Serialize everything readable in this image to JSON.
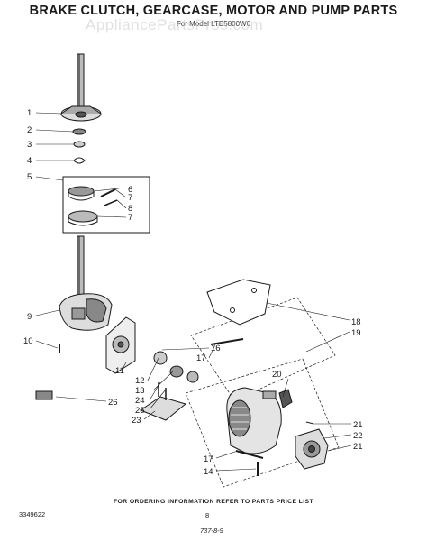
{
  "title": "BRAKE CLUTCH, GEARCASE, MOTOR AND PUMP PARTS",
  "subtitle": "For Model LTE5800W0",
  "watermark": "AppliancePartsPros.com",
  "footer_note": "FOR ORDERING INFORMATION REFER TO PARTS PRICE LIST",
  "doc_number": "3349622",
  "page_number": "8",
  "code": "737-8-9",
  "callouts": {
    "n1": "1",
    "n2": "2",
    "n3": "3",
    "n4": "4",
    "n5": "5",
    "n6": "6",
    "n7a": "7",
    "n8": "8",
    "n7b": "7",
    "n9": "9",
    "n10": "10",
    "n11": "11",
    "n12": "12",
    "n13": "13",
    "n24": "24",
    "n25": "25",
    "n23": "23",
    "n26": "26",
    "n16": "16",
    "n17a": "17",
    "n18": "18",
    "n19": "19",
    "n20": "20",
    "n21a": "21",
    "n22": "22",
    "n21b": "21",
    "n17b": "17",
    "n14": "14"
  }
}
